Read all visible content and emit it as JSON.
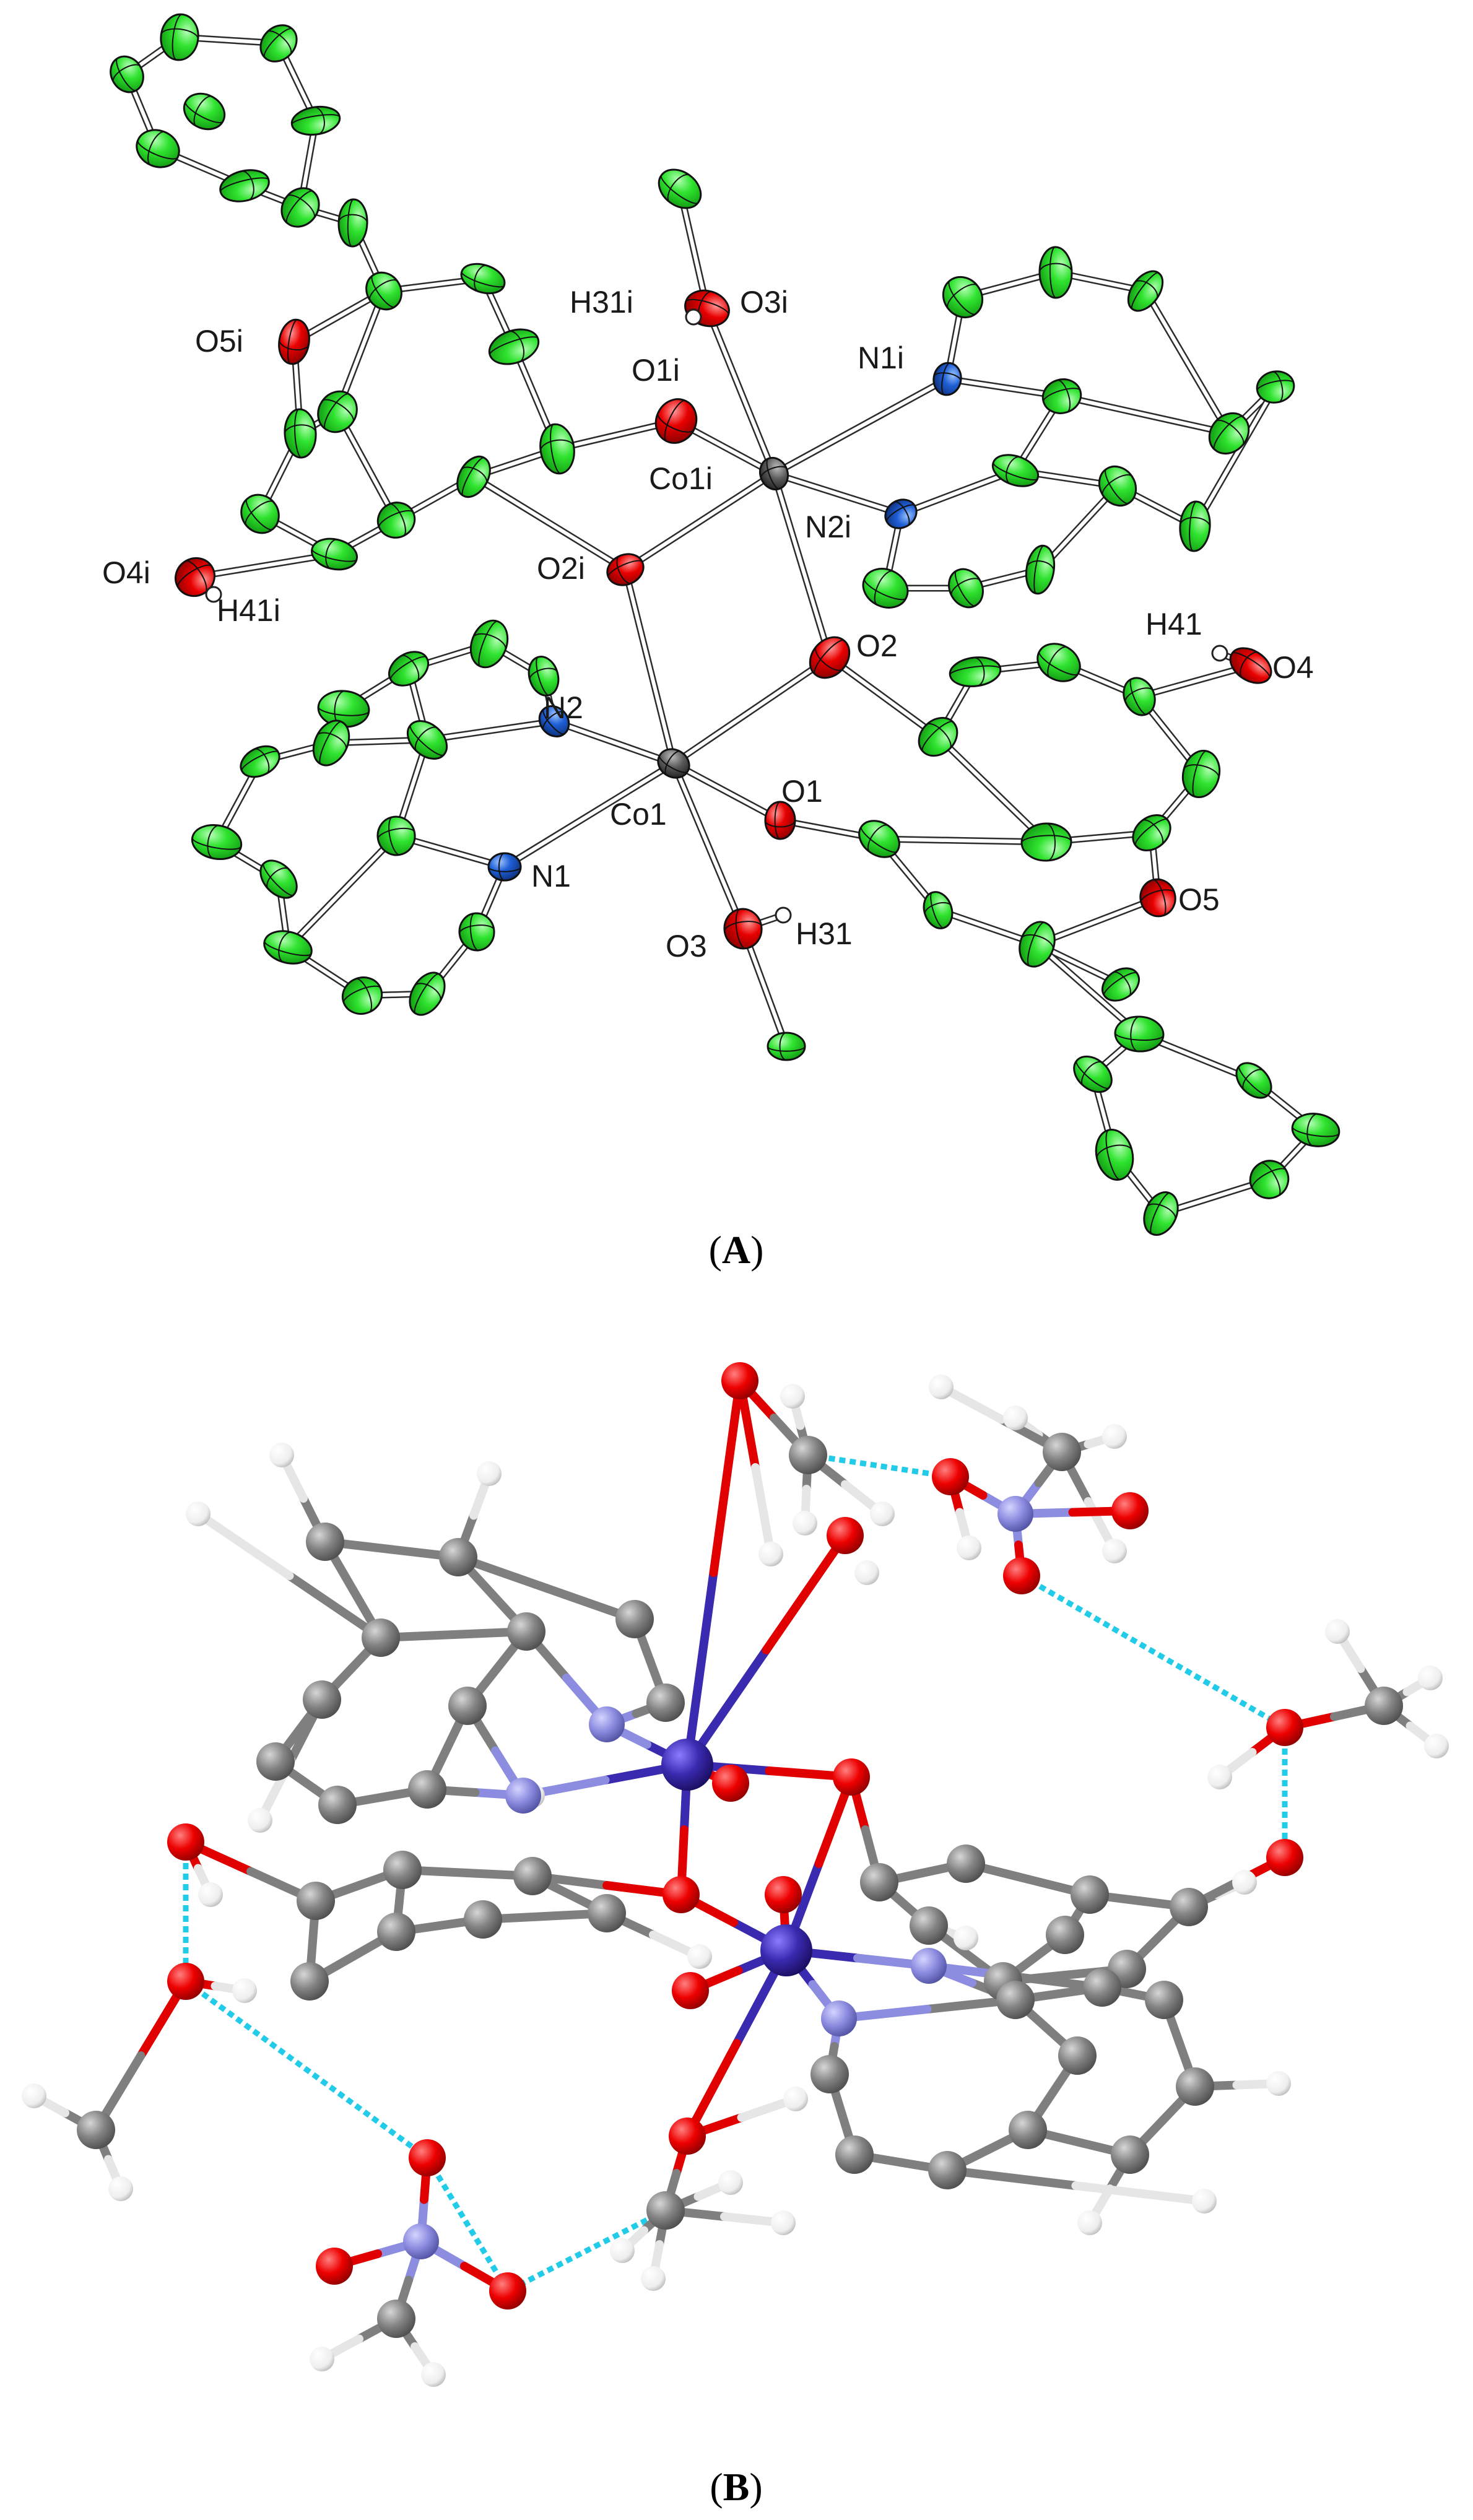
{
  "panel_a": {
    "caption": {
      "open": "(",
      "letter": "A",
      "close": ")"
    },
    "labels": {
      "co1": "Co1",
      "co1i": "Co1i",
      "n1": "N1",
      "n2": "N2",
      "n1i": "N1i",
      "n2i": "N2i",
      "o1": "O1",
      "o2": "O2",
      "o3": "O3",
      "o4": "O4",
      "o5": "O5",
      "o1i": "O1i",
      "o2i": "O2i",
      "o3i": "O3i",
      "o4i": "O4i",
      "o5i": "O5i",
      "h31": "H31",
      "h41": "H41",
      "h31i": "H31i",
      "h41i": "H41i"
    }
  },
  "panel_b": {
    "caption": {
      "open": "(",
      "letter": "B",
      "close": ")"
    }
  },
  "colors": {
    "carbon_ellipsoid": "#22e022",
    "oxygen": "#e00000",
    "nitrogen": "#1f5fd6",
    "cobalt_ellipsoid": "#555555",
    "hydrogen": "#ffffff",
    "carbon_ball": "#7f7f7f",
    "nitrogen_ball": "#8c8ce0",
    "cobalt_ball": "#3a2ab0",
    "hbond": "#22cbe8"
  }
}
